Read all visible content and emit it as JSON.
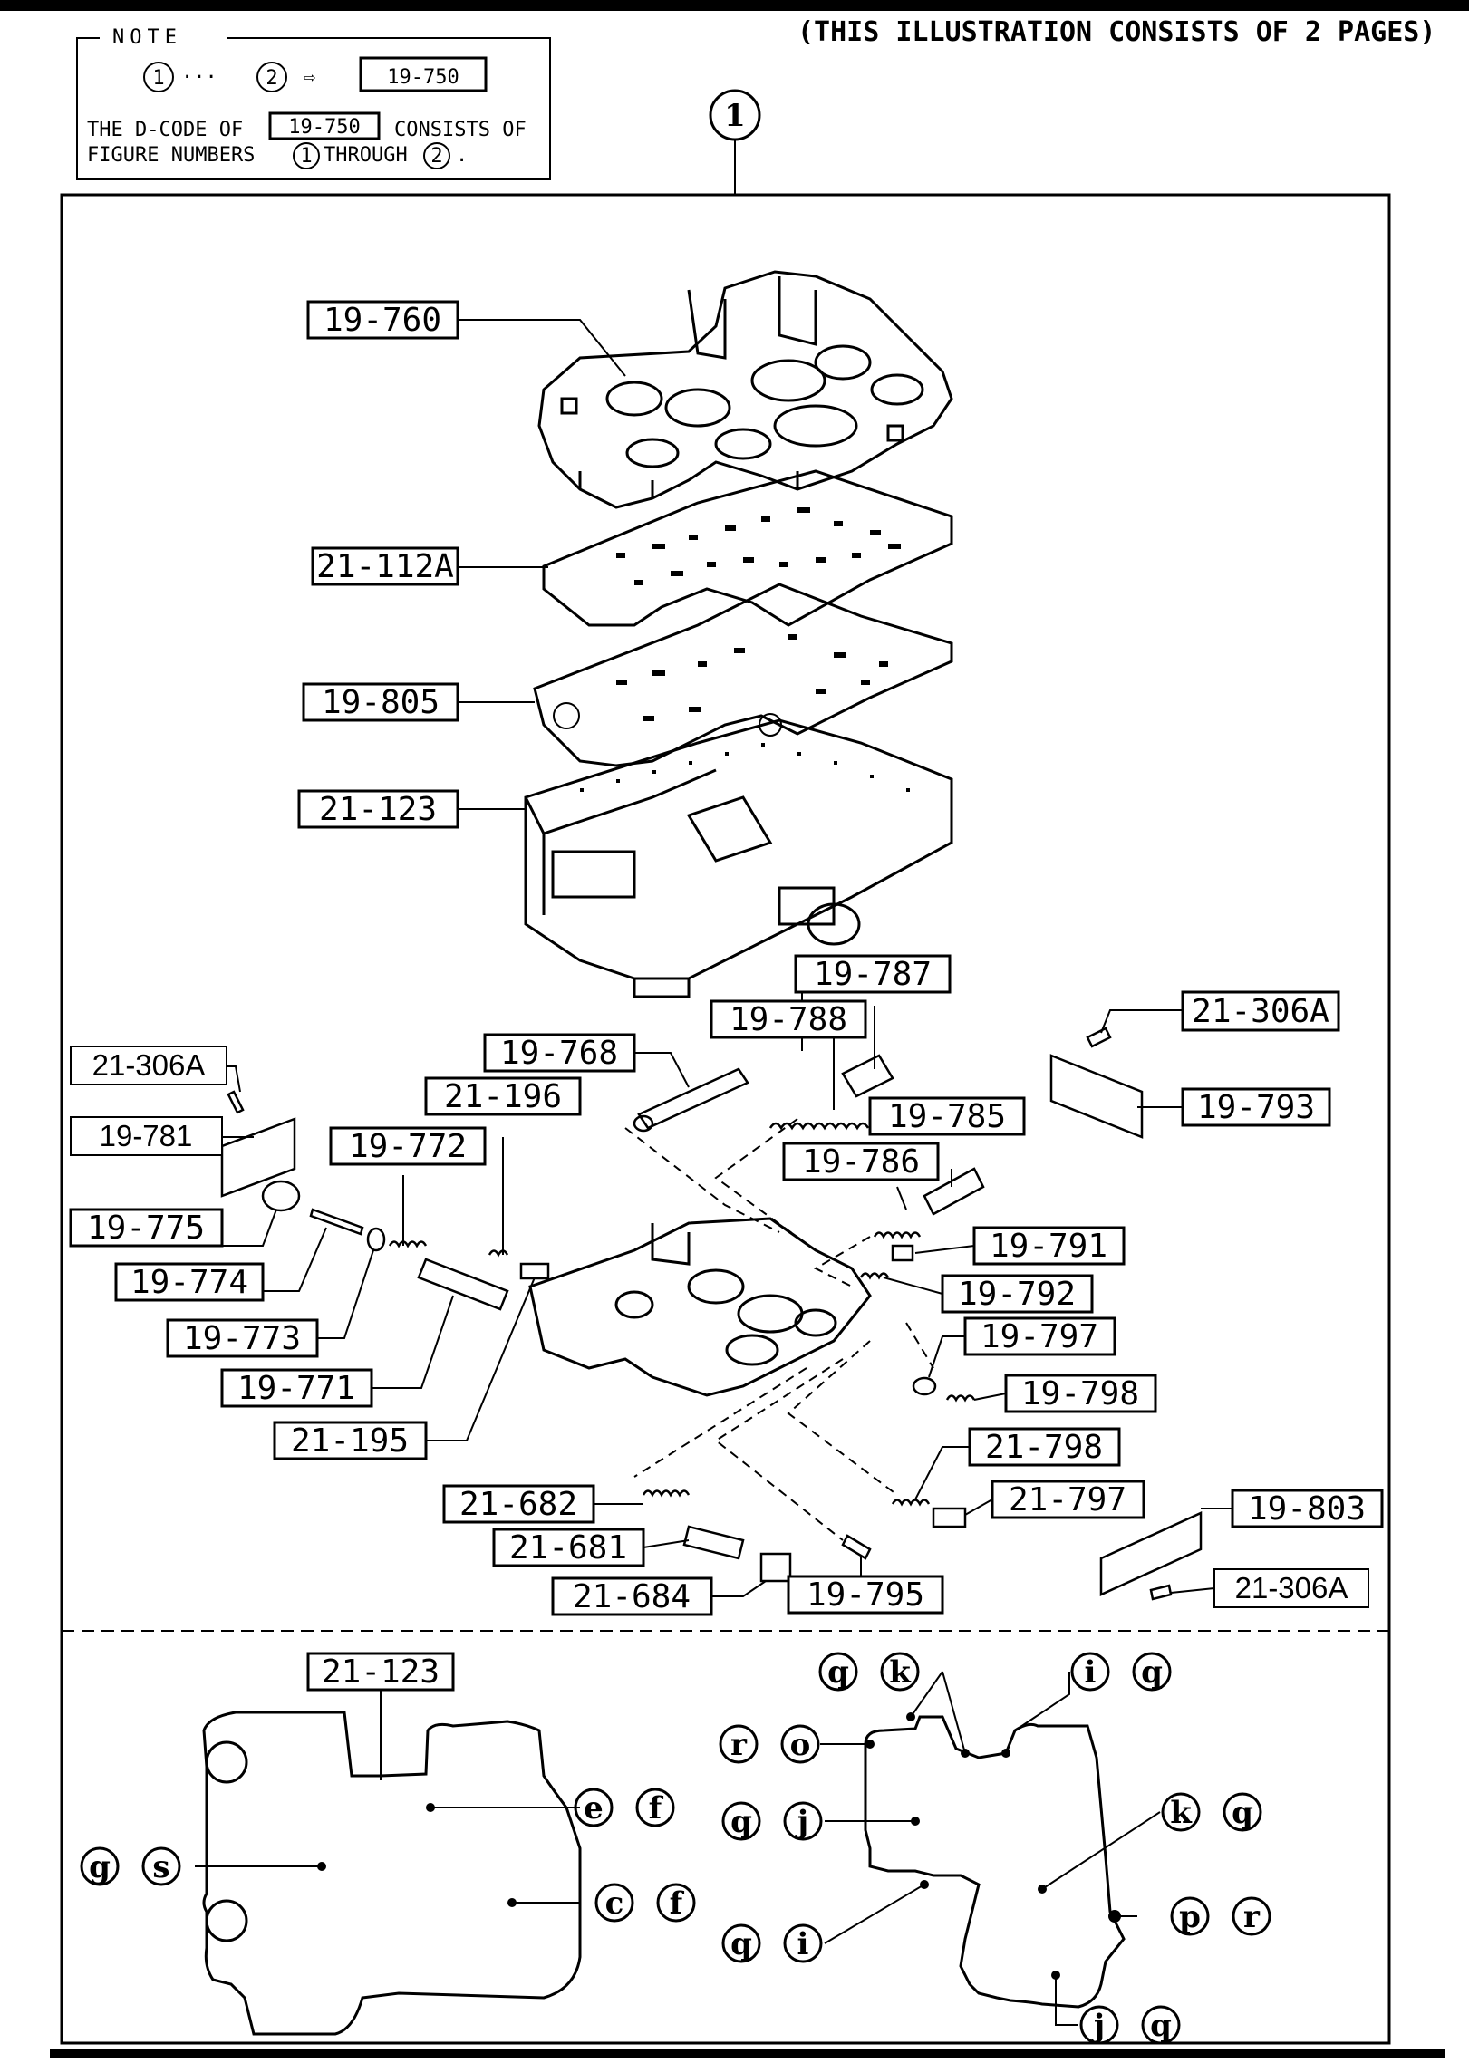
{
  "header": {
    "pages_note": "(THIS ILLUSTRATION CONSISTS OF  2 PAGES)"
  },
  "note": {
    "title": "NOTE",
    "from": "1",
    "dots": "···",
    "to": "2",
    "arrow": "⇨",
    "code": "19-750",
    "line1_a": "THE D-CODE OF",
    "line1_code": "19-750",
    "line1_b": "CONSISTS OF",
    "line2_a": "FIGURE NUMBERS",
    "line2_n1": "1",
    "line2_b": "THROUGH",
    "line2_n2": "2",
    "line2_end": "."
  },
  "figure_number": "1",
  "parts": {
    "p19760": "19-760",
    "p21112a": "21-112A",
    "p19805": "19-805",
    "p21123": "21-123",
    "p19787": "19-787",
    "p19788": "19-788",
    "p19768": "19-768",
    "p21306a_left": "21-306A",
    "p21306a_right": "21-306A",
    "p21306a_bottom": "21-306A",
    "p19781": "19-781",
    "p21196": "21-196",
    "p19772": "19-772",
    "p19775": "19-775",
    "p19774": "19-774",
    "p19773": "19-773",
    "p19771": "19-771",
    "p21195": "21-195",
    "p19785": "19-785",
    "p19786": "19-786",
    "p19791": "19-791",
    "p19792": "19-792",
    "p19797": "19-797",
    "p19798": "19-798",
    "p19793": "19-793",
    "p21798": "21-798",
    "p21797": "21-797",
    "p19803": "19-803",
    "p21682": "21-682",
    "p21681": "21-681",
    "p21684": "21-684",
    "p19795": "19-795",
    "p21123_bottom": "21-123"
  },
  "codes": {
    "e_f": [
      "e",
      "f"
    ],
    "c_f": [
      "c",
      "f"
    ],
    "g_s": [
      "g",
      "s"
    ],
    "q_k": [
      "q",
      "k"
    ],
    "i_q": [
      "i",
      "q"
    ],
    "r_o": [
      "r",
      "o"
    ],
    "q_j": [
      "q",
      "j"
    ],
    "k_q": [
      "k",
      "q"
    ],
    "p_r": [
      "p",
      "r"
    ],
    "q_i": [
      "q",
      "i"
    ],
    "j_q": [
      "j",
      "q"
    ]
  }
}
